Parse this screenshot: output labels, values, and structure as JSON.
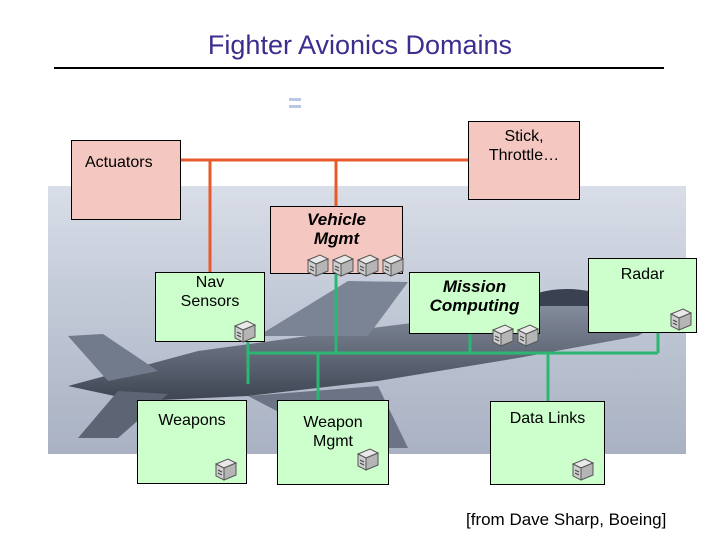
{
  "title": "Fighter Avionics Domains",
  "nodes": {
    "actuators": {
      "label": "Actuators"
    },
    "stick": {
      "label_1": "Stick,",
      "label_2": "Throttle…"
    },
    "vehicle": {
      "label_1": "Vehicle",
      "label_2": "Mgmt"
    },
    "nav": {
      "label_1": "Nav",
      "label_2": "Sensors"
    },
    "mission": {
      "label_1": "Mission",
      "label_2": "Computing"
    },
    "radar": {
      "label": "Radar"
    },
    "weapons": {
      "label": "Weapons"
    },
    "weapon_mgmt": {
      "label_1": "Weapon",
      "label_2": "Mgmt"
    },
    "datalinks": {
      "label": "Data Links"
    }
  },
  "credit": "[from Dave Sharp, Boeing]",
  "colors": {
    "title": "#3b2e8f",
    "control_bus": "#e85a2a",
    "mission_bus": "#2bb673",
    "pink_box": "#f4c7c0",
    "green_box": "#ccffcc"
  }
}
